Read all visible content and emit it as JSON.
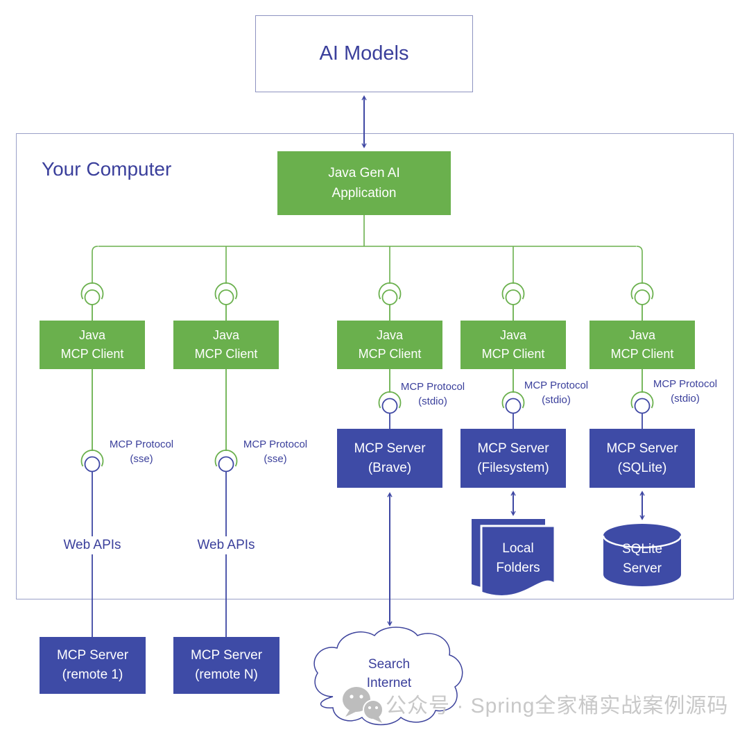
{
  "diagram": {
    "ai_models": "AI Models",
    "your_computer": "Your Computer",
    "app": {
      "l1": "Java Gen AI",
      "l2": "Application"
    },
    "client": {
      "l1": "Java",
      "l2": "MCP Client"
    },
    "protocol_sse": {
      "l1": "MCP Protocol",
      "l2": "(sse)"
    },
    "protocol_stdio": {
      "l1": "MCP Protocol",
      "l2": "(stdio)"
    },
    "web_apis": "Web APIs",
    "server_brave": {
      "l1": "MCP Server",
      "l2": "(Brave)"
    },
    "server_filesystem": {
      "l1": "MCP Server",
      "l2": "(Filesystem)"
    },
    "server_sqlite": {
      "l1": "MCP Server",
      "l2": "(SQLite)"
    },
    "server_remote_1": {
      "l1": "MCP Server",
      "l2": "(remote 1)"
    },
    "server_remote_n": {
      "l1": "MCP Server",
      "l2": "(remote N)"
    },
    "local_folders": {
      "l1": "Local",
      "l2": "Folders"
    },
    "sqlite_server": {
      "l1": "SQLite",
      "l2": "Server"
    },
    "cloud": {
      "l1": "Search",
      "l2": "Internet"
    }
  },
  "watermark": {
    "text": "公众号 · Spring全家桶实战案例源码",
    "icon": "wechat-icon"
  },
  "colors": {
    "client_green": "#6ab04d",
    "server_indigo": "#3e4ba6",
    "line_blue": "#3e47a3",
    "text_indigo": "#3a3f9b",
    "watermark_gray": "#c8c8c8"
  }
}
